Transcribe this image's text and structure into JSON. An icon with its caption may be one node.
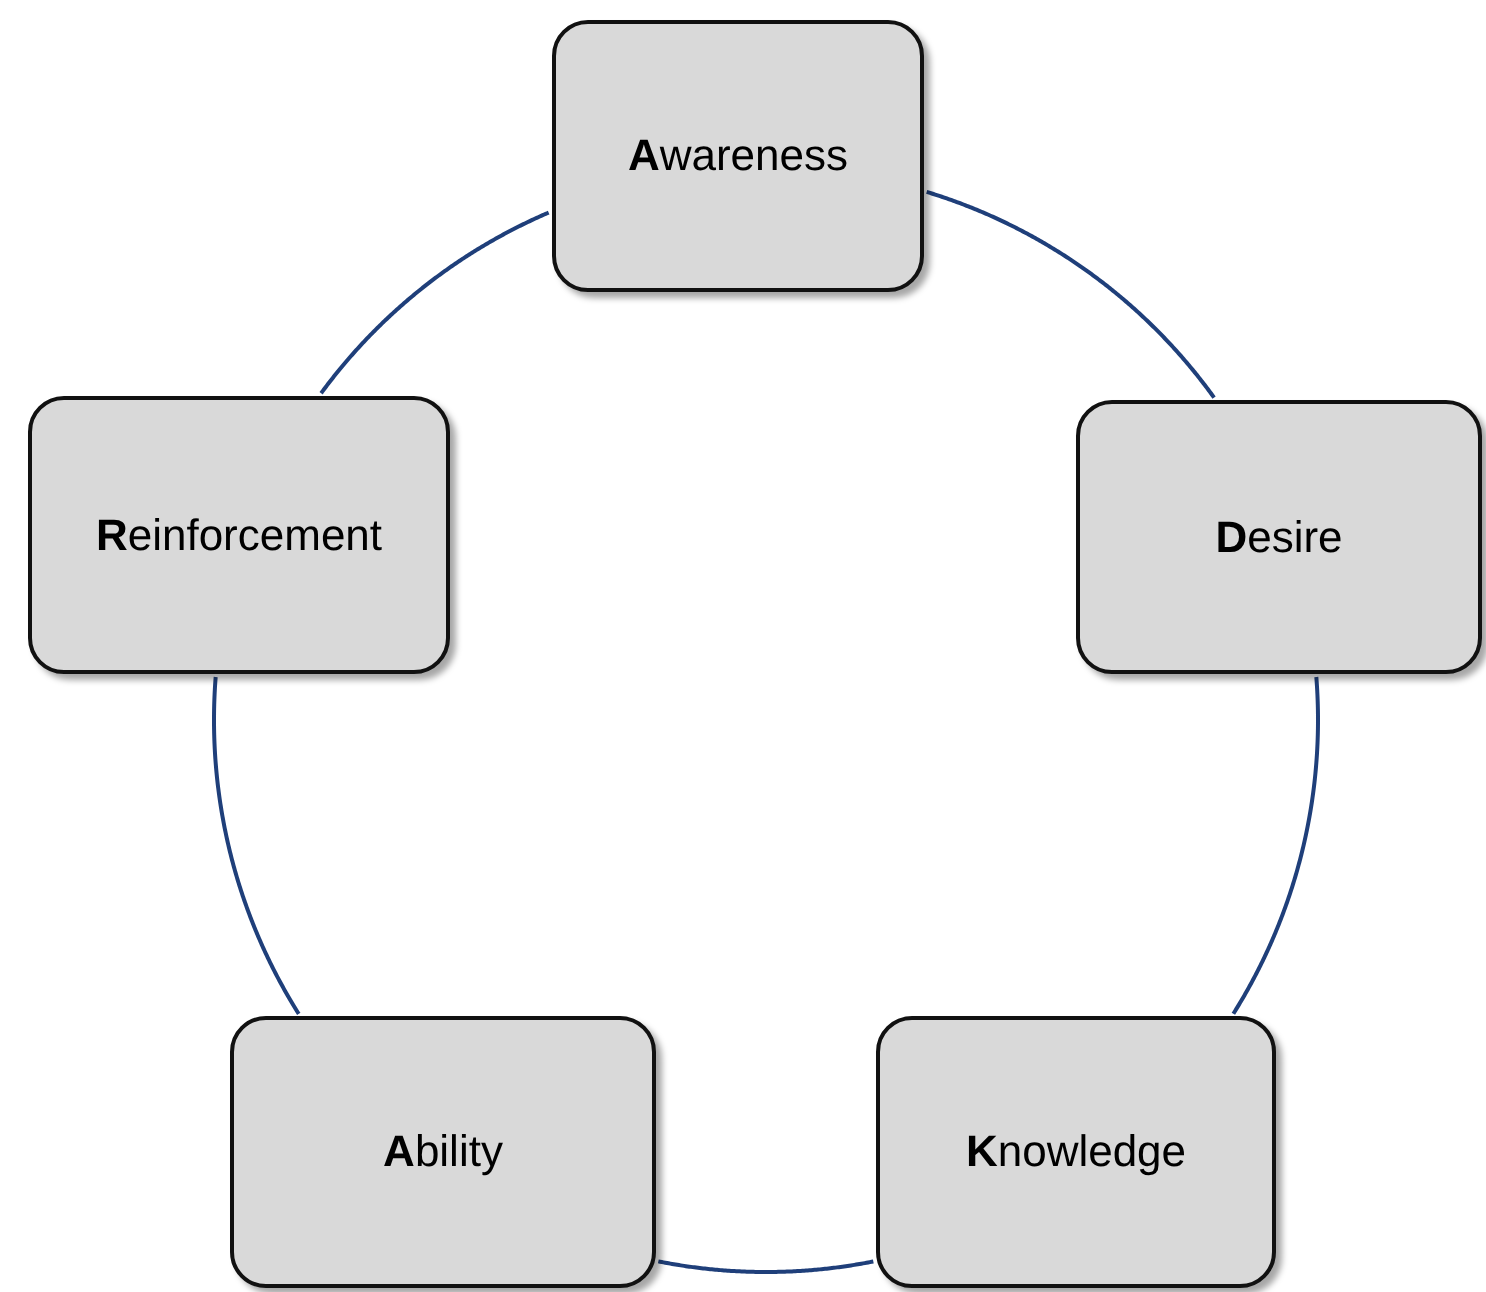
{
  "diagram": {
    "nodes": [
      {
        "text": [
          "**A**wareness"
        ]
      },
      {
        "text": [
          "**D**esire"
        ]
      },
      {
        "text": [
          "**K**nowledge"
        ]
      },
      {
        "text": [
          "**A**bility"
        ]
      },
      {
        "text": [
          "**R**einforcement"
        ]
      }
    ],
    "edges": [
      {
        "from": 0,
        "to": 1,
        "arrow": "none"
      },
      {
        "from": 1,
        "to": 2,
        "arrow": "none"
      },
      {
        "from": 2,
        "to": 3,
        "arrow": "none"
      },
      {
        "from": 3,
        "to": 4,
        "arrow": "none"
      },
      {
        "from": 4,
        "to": 0,
        "arrow": "none"
      }
    ]
  }
}
